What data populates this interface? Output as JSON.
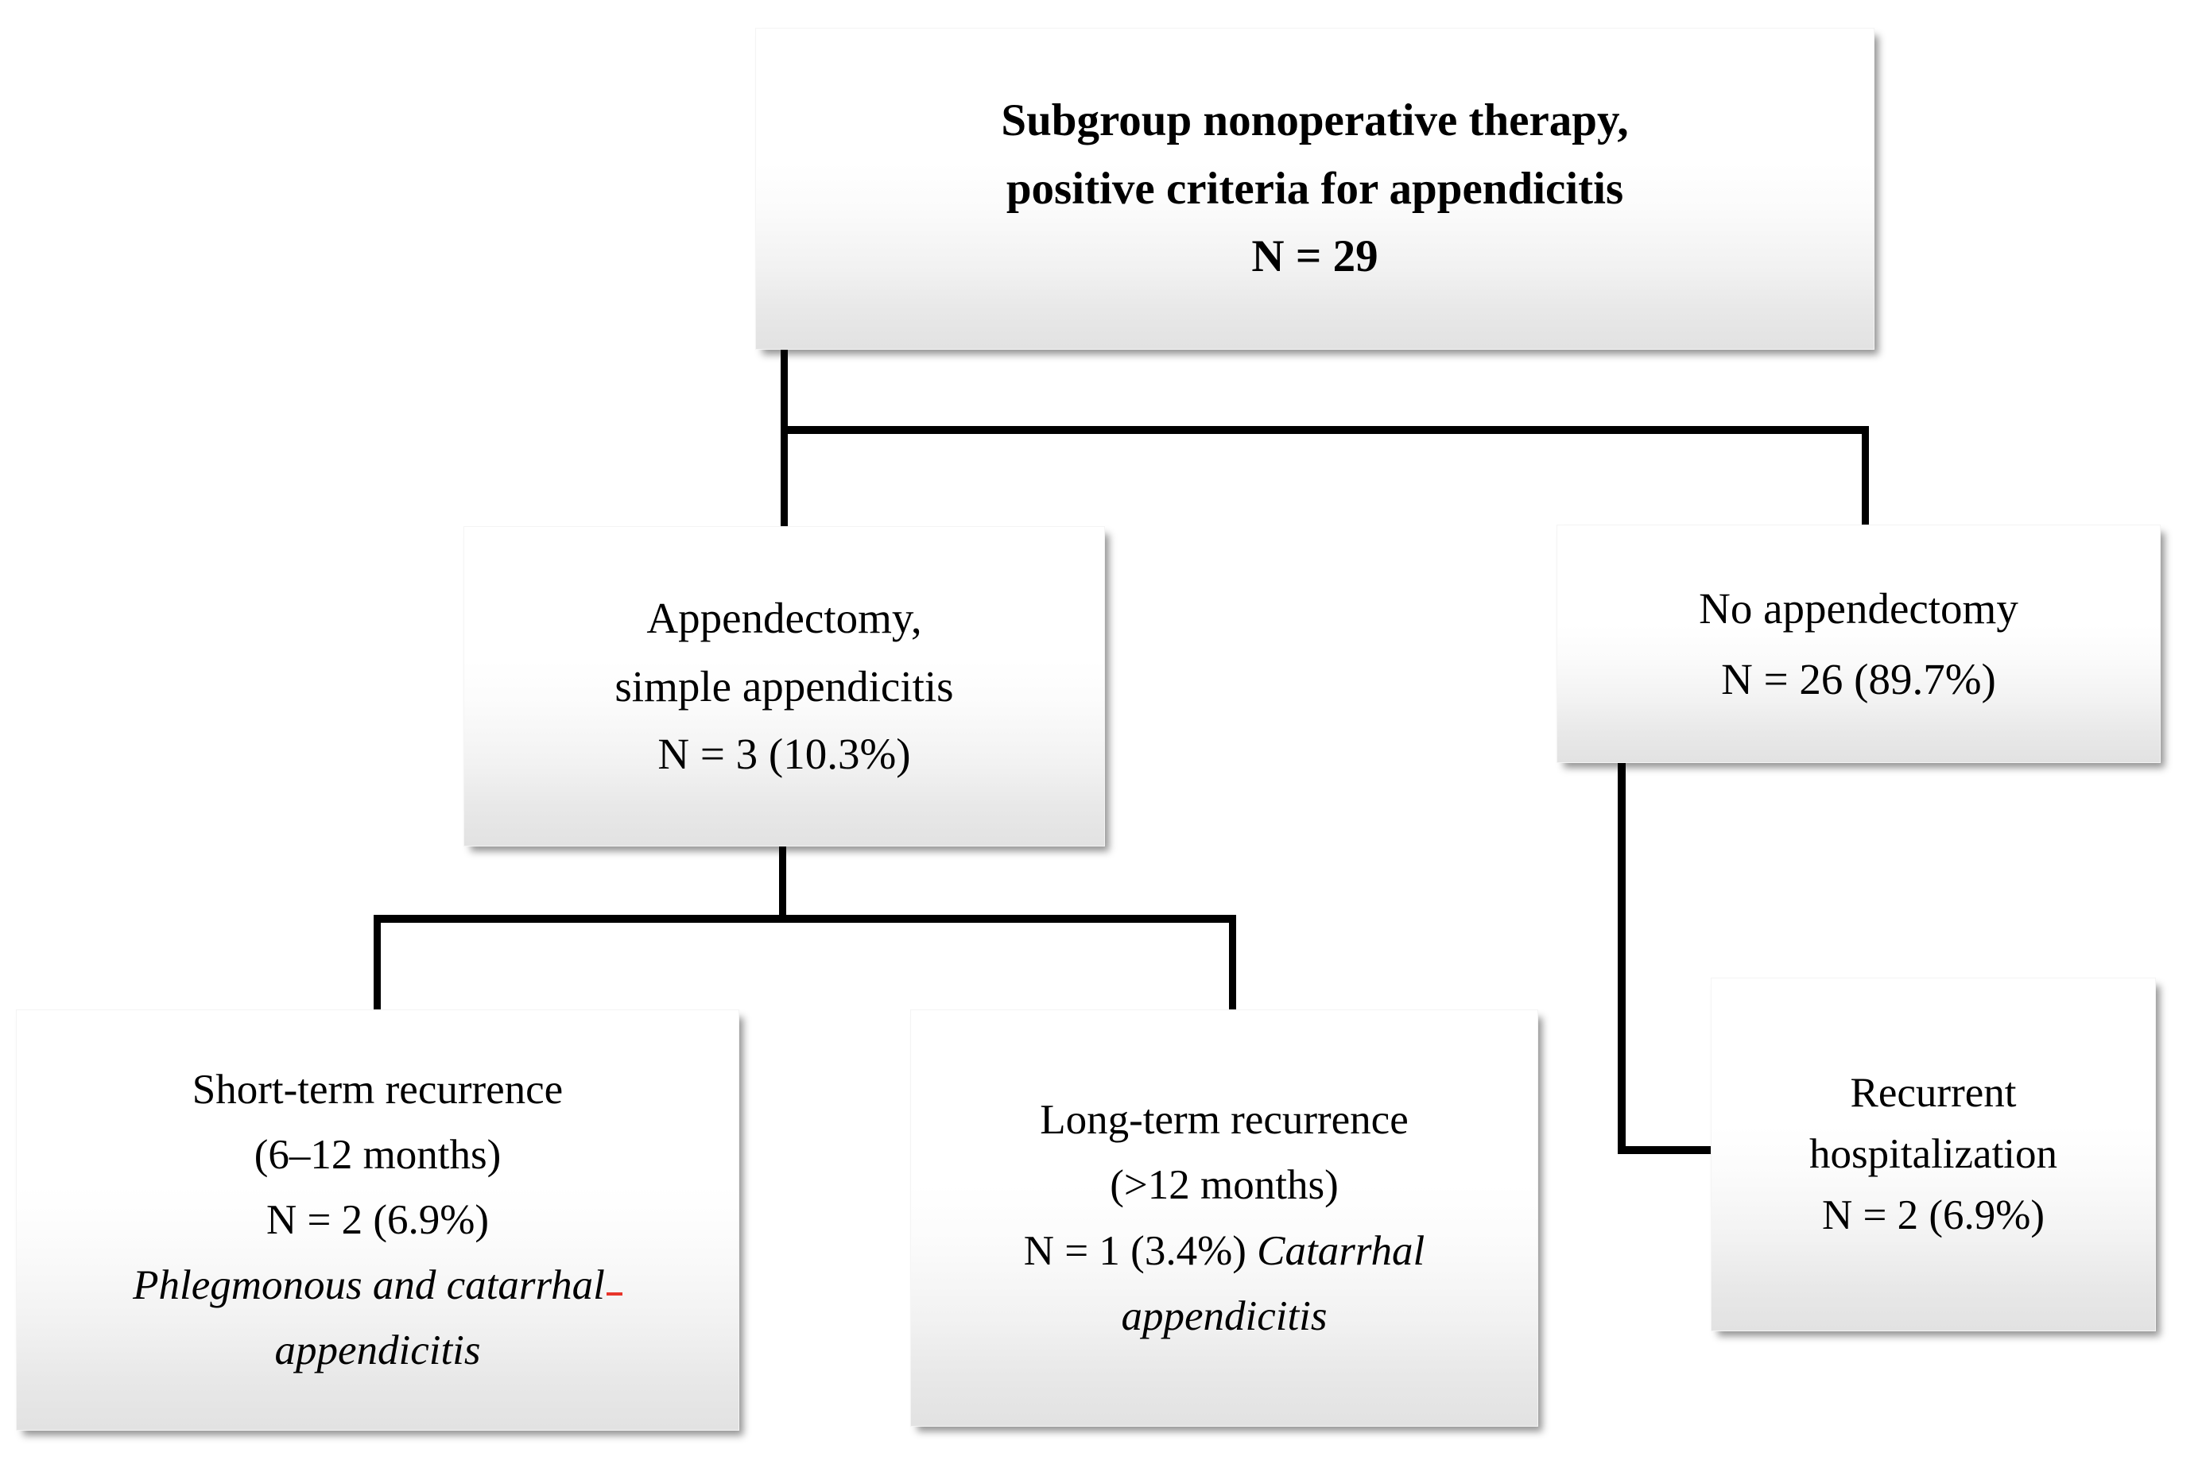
{
  "diagram": {
    "title": "Subgroup nonoperative therapy flowchart",
    "type": "flowchart",
    "colors": {
      "box_fill_top": "#ffffff",
      "box_fill_bottom": "#e2e2e2",
      "connector": "#000000",
      "spellcheck_mark": "#e8352b",
      "text": "#000000"
    },
    "nodes": {
      "root": {
        "line1": "Subgroup nonoperative therapy,",
        "line2": "positive criteria for appendicitis",
        "line3": "N = 29",
        "n": 29
      },
      "appendectomy": {
        "line1": "Appendectomy,",
        "line2": "simple appendicitis",
        "line3": "N = 3 (10.3%)",
        "n": 3,
        "percent": "10.3%"
      },
      "no_appendectomy": {
        "line1": "No appendectomy",
        "line2": "N = 26 (89.7%)",
        "n": 26,
        "percent": "89.7%"
      },
      "short_term": {
        "line1": "Short-term recurrence",
        "line2": "(6–12 months)",
        "line3": "N = 2 (6.9%)",
        "line4a": "Phlegmonous and catarrhal",
        "line4b": "appendicitis",
        "n": 2,
        "percent": "6.9%"
      },
      "long_term": {
        "line1": "Long-term recurrence",
        "line2": "(>12 months)",
        "line3a": "N = 1 (3.4%)",
        "line3b": "Catarrhal",
        "line4": "appendicitis",
        "n": 1,
        "percent": "3.4%"
      },
      "recurrent_hospitalization": {
        "line1": "Recurrent",
        "line2": "hospitalization",
        "line3": "N = 2 (6.9%)",
        "n": 2,
        "percent": "6.9%"
      }
    },
    "edges": [
      {
        "from": "root",
        "to": "appendectomy"
      },
      {
        "from": "root",
        "to": "no_appendectomy"
      },
      {
        "from": "appendectomy",
        "to": "short_term"
      },
      {
        "from": "appendectomy",
        "to": "long_term"
      },
      {
        "from": "no_appendectomy",
        "to": "recurrent_hospitalization"
      }
    ]
  }
}
